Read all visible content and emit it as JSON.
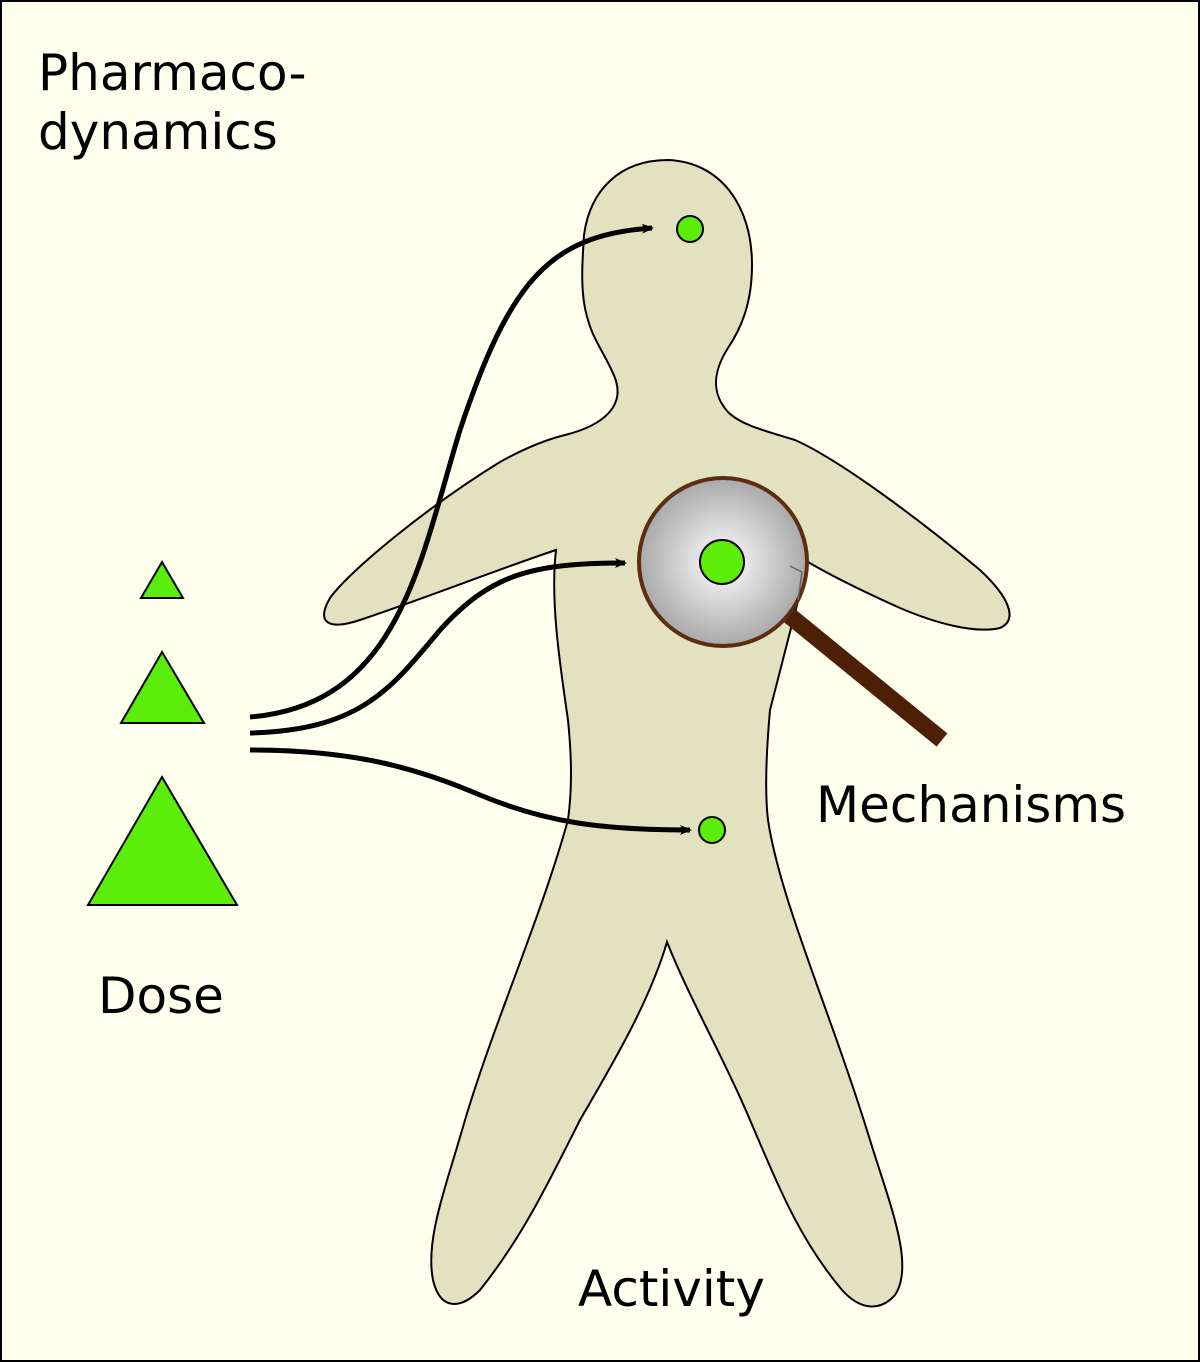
{
  "title": {
    "line1": "Pharmaco-",
    "line2": "dynamics"
  },
  "labels": {
    "dose": "Dose",
    "mechanisms": "Mechanisms",
    "activity": "Activity"
  },
  "colors": {
    "background": "#ffffee",
    "border": "#000000",
    "body": "#e2e1c0",
    "drug": "#5ded0b",
    "lens_rim": "#5c2d10",
    "lens_handle": "#4d1f04",
    "arrow": "#000000"
  },
  "icons": {
    "dose_marker": "triangle",
    "target_marker": "circle",
    "magnifier": "magnifying-glass-icon"
  }
}
